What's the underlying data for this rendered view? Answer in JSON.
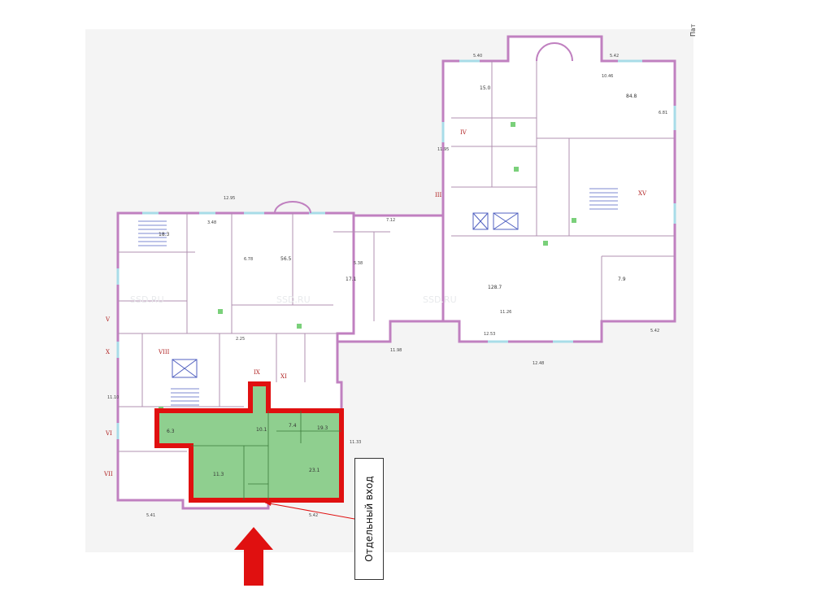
{
  "labels": {
    "entrance": "Отдельный вход",
    "corner": "Пат",
    "watermark_1": "SSD.RU",
    "watermark_2": "SSD.RU",
    "watermark_3": "SSD.RU"
  },
  "dimensions": [
    "5.40",
    "5.42",
    "10.46",
    "6.81",
    "11.95",
    "12.95",
    "7.12",
    "5.41",
    "5.42",
    "11.98",
    "12.48",
    "12.53",
    "11.26",
    "5.42",
    "6.78",
    "5.38",
    "3.48",
    "2.25",
    "11.10",
    "11.33"
  ],
  "rooms": [
    "128.7",
    "84.8",
    "56.5",
    "18.3",
    "15.0",
    "23.1",
    "11.3",
    "10.1",
    "19.3",
    "7.4",
    "17.1",
    "7.9",
    "6.3"
  ],
  "roman_numerals": [
    "V",
    "X",
    "VI",
    "VII",
    "IX",
    "XI",
    "IV",
    "VIII",
    "III",
    "XV"
  ],
  "colors": {
    "highlight_fill": "#8fcf8f",
    "highlight_border": "#e01010",
    "arrow": "#e01010",
    "wall": "#c080c0",
    "window": "#a8dce8",
    "background": "#f4f4f4"
  }
}
